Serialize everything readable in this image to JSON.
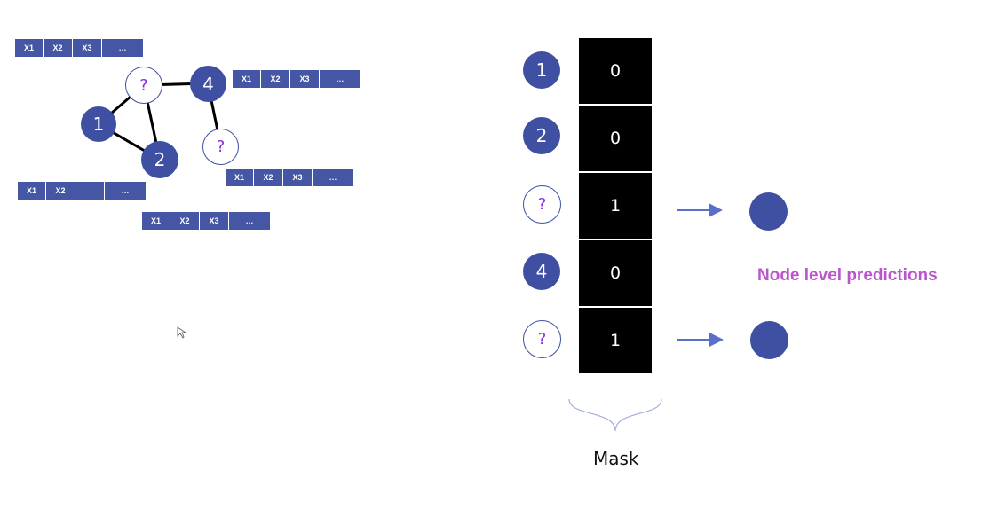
{
  "colors": {
    "node_fill": "#3f4fa2",
    "feature_fill": "#4556a4",
    "unknown_text": "#8a2be2",
    "mask_cell": "#000000",
    "prediction_label": "#bb55cc",
    "arrow": "#5a6fc7"
  },
  "graph": {
    "nodes": {
      "n1": "1",
      "n2": "2",
      "n4": "4",
      "unknown_top": "?",
      "unknown_right": "?"
    },
    "feature_vectors": {
      "top_left": [
        "X1",
        "X2",
        "X3",
        "…"
      ],
      "node4": [
        "X1",
        "X2",
        "X3",
        "…"
      ],
      "unknown_right": [
        "X1",
        "X2",
        "X3",
        "…"
      ],
      "node1_left": [
        "X1",
        "X2",
        "",
        "…"
      ],
      "node2_bottom": [
        "X1",
        "X2",
        "X3",
        "…"
      ]
    }
  },
  "mask": {
    "rows": [
      {
        "node": "1",
        "value": "0",
        "unknown": false
      },
      {
        "node": "2",
        "value": "0",
        "unknown": false
      },
      {
        "node": "?",
        "value": "1",
        "unknown": true
      },
      {
        "node": "4",
        "value": "0",
        "unknown": false
      },
      {
        "node": "?",
        "value": "1",
        "unknown": true
      }
    ],
    "label": "Mask"
  },
  "predictions": {
    "label": "Node level predictions"
  }
}
